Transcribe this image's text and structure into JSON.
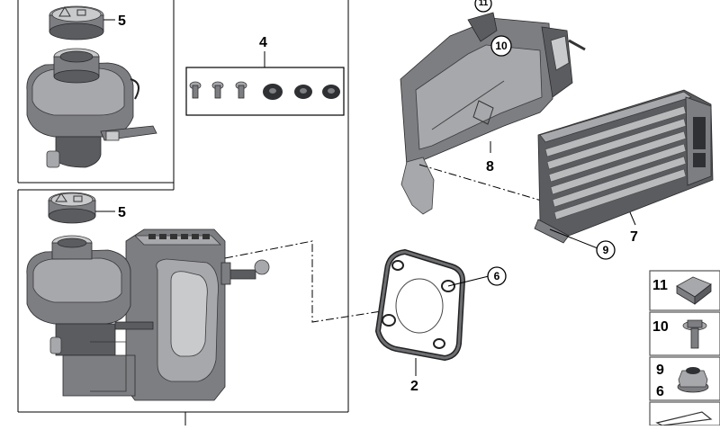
{
  "diagram": {
    "labels": {
      "upper_cap": "5",
      "fasteners_kit": "4",
      "lower_cap": "5",
      "gasket": "2",
      "gasket_callout": "6",
      "bracket": "8",
      "bracket_callout_top": "11",
      "bracket_callout": "10",
      "control_unit": "7",
      "control_unit_callout": "9"
    },
    "legend": {
      "items": [
        {
          "label": "11"
        },
        {
          "label": "10"
        },
        {
          "label_top": "9",
          "label_bottom": "6"
        }
      ]
    },
    "colors": {
      "part_dark": "#5b5c5f",
      "part_mid": "#7d7e82",
      "part_light": "#a7a8ab",
      "outline": "#000000",
      "background": "#ffffff"
    }
  }
}
